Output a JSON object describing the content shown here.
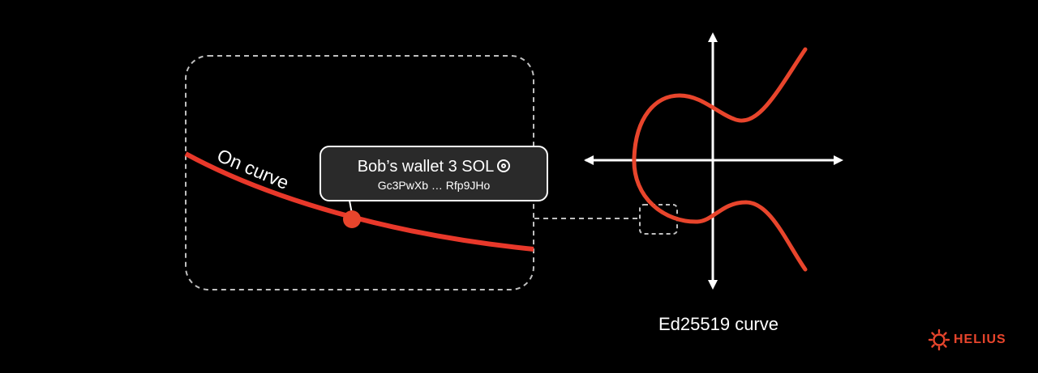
{
  "diagram": {
    "curve_label": "On curve",
    "wallet": {
      "title": "Bob’s wallet 3 SOL",
      "token_icon": "solana-token-icon",
      "address": "Gc3PwXb … Rfp9JHo"
    },
    "curve_name": "Ed25519 curve"
  },
  "brand": {
    "name": "HELIUS",
    "logo_icon": "helius-sun-icon",
    "color": "#e8452c"
  },
  "colors": {
    "background": "#000000",
    "curve": "#e8452c",
    "zoom_curve": "#e8382a",
    "axis": "#ffffff",
    "dashed_frame": "#bfbfbf",
    "tooltip_fill": "#2a2a2a"
  }
}
